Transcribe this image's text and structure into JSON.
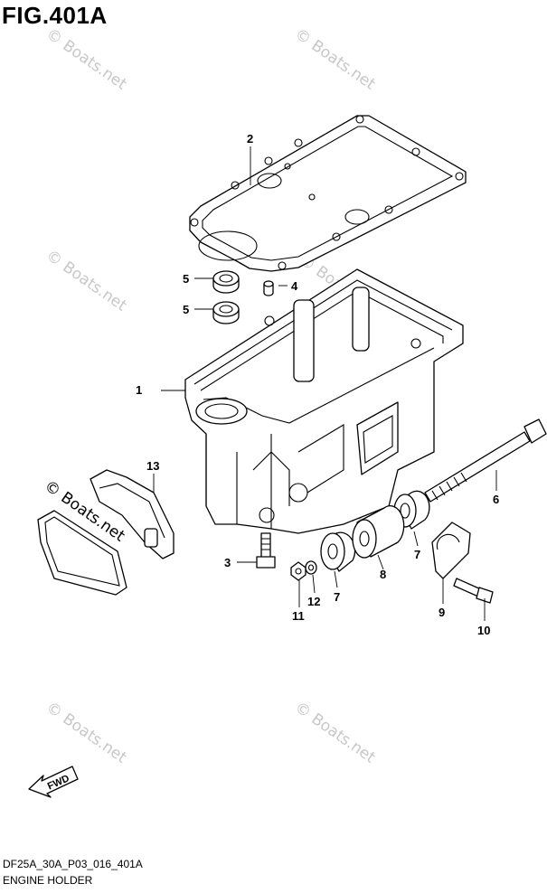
{
  "figure": {
    "title": "FIG.401A",
    "code": "DF25A_30A_P03_016_401A",
    "name": "ENGINE HOLDER",
    "fwd_label": "FWD"
  },
  "watermark": {
    "text": "© Boats.net"
  },
  "callouts": [
    {
      "id": "c1",
      "label": "1"
    },
    {
      "id": "c2",
      "label": "2"
    },
    {
      "id": "c3",
      "label": "3"
    },
    {
      "id": "c4",
      "label": "4"
    },
    {
      "id": "c5a",
      "label": "5"
    },
    {
      "id": "c5b",
      "label": "5"
    },
    {
      "id": "c6",
      "label": "6"
    },
    {
      "id": "c7a",
      "label": "7"
    },
    {
      "id": "c7b",
      "label": "7"
    },
    {
      "id": "c8",
      "label": "8"
    },
    {
      "id": "c9",
      "label": "9"
    },
    {
      "id": "c10",
      "label": "10"
    },
    {
      "id": "c11",
      "label": "11"
    },
    {
      "id": "c12",
      "label": "12"
    },
    {
      "id": "c13",
      "label": "13"
    }
  ]
}
